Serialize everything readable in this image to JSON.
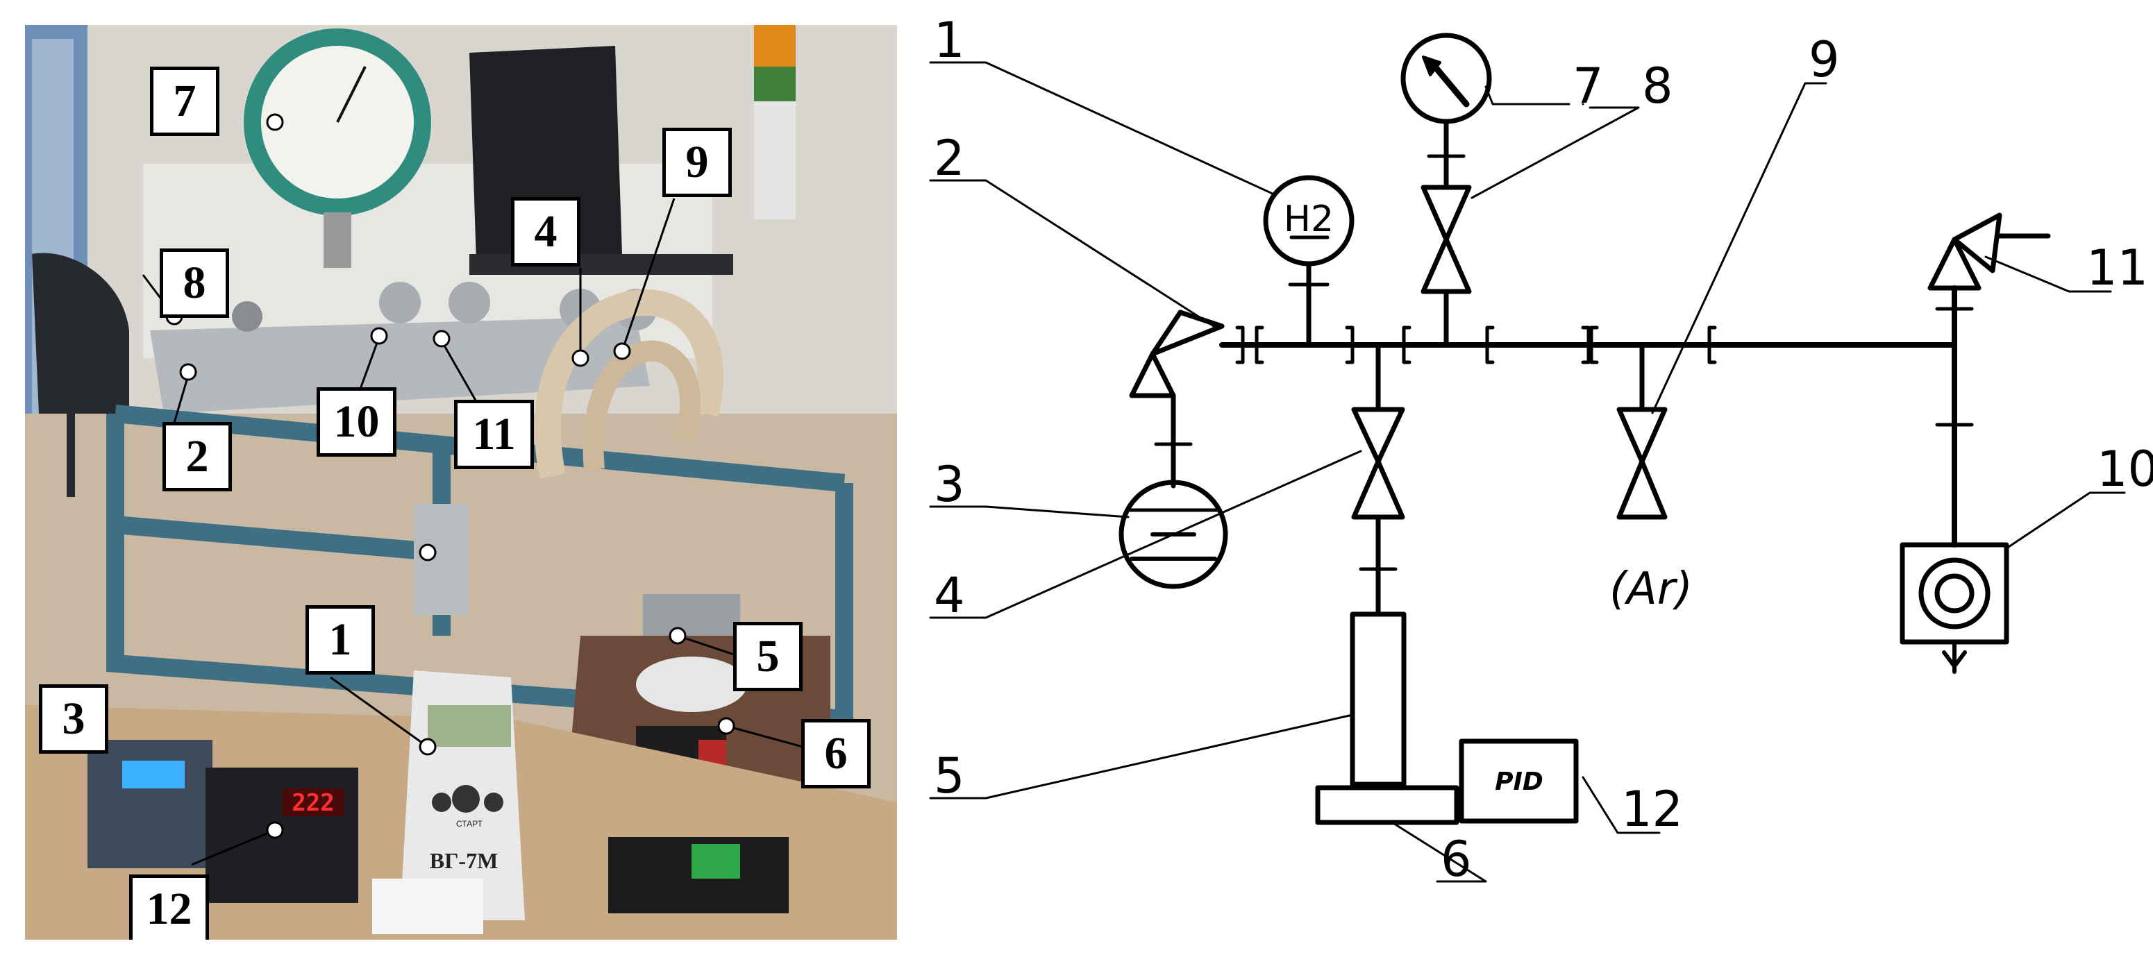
{
  "photo": {
    "callouts": [
      {
        "id": "1",
        "label": "1"
      },
      {
        "id": "2",
        "label": "2"
      },
      {
        "id": "3",
        "label": "3"
      },
      {
        "id": "4",
        "label": "4"
      },
      {
        "id": "5",
        "label": "5"
      },
      {
        "id": "6",
        "label": "6"
      },
      {
        "id": "7",
        "label": "7"
      },
      {
        "id": "8",
        "label": "8"
      },
      {
        "id": "9",
        "label": "9"
      },
      {
        "id": "10",
        "label": "10"
      },
      {
        "id": "11",
        "label": "11"
      },
      {
        "id": "12",
        "label": "12"
      }
    ],
    "device_model": "ВГ-7М",
    "device_button": "СТАРТ",
    "controller_display": "222"
  },
  "schematic": {
    "labels": {
      "n1": "1",
      "n2": "2",
      "n3": "3",
      "n4": "4",
      "n5": "5",
      "n6": "6",
      "n7": "7",
      "n8": "8",
      "n9": "9",
      "n10": "10",
      "n11": "11",
      "n12": "12"
    },
    "h2_sensor": "H2",
    "argon_inlet": "(Ar)",
    "pid_controller": "PID"
  }
}
